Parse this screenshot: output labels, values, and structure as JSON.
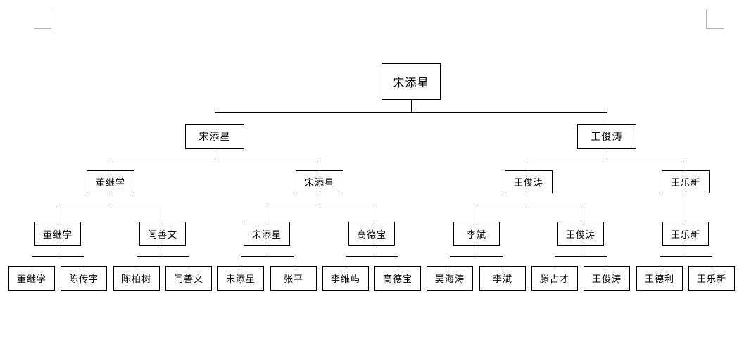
{
  "colors": {
    "background": "#ffffff",
    "line": "#000000",
    "text": "#000000",
    "margin_mark": "#b3b3b3"
  },
  "chart_data": {
    "type": "org-tree",
    "title": "",
    "root": {
      "label": "宋添星",
      "children": [
        {
          "label": "宋添星",
          "children": [
            {
              "label": "董继学",
              "children": [
                {
                  "label": "董继学",
                  "children": [
                    {
                      "label": "董继学"
                    },
                    {
                      "label": "陈传宇"
                    }
                  ]
                },
                {
                  "label": "闫善文",
                  "children": [
                    {
                      "label": "陈柏树"
                    },
                    {
                      "label": "闫善文"
                    }
                  ]
                }
              ]
            },
            {
              "label": "宋添星",
              "children": [
                {
                  "label": "宋添星",
                  "children": [
                    {
                      "label": "宋添星"
                    },
                    {
                      "label": "张平"
                    }
                  ]
                },
                {
                  "label": "高德宝",
                  "children": [
                    {
                      "label": "李维屿"
                    },
                    {
                      "label": "高德宝"
                    }
                  ]
                }
              ]
            }
          ]
        },
        {
          "label": "王俊涛",
          "children": [
            {
              "label": "王俊涛",
              "children": [
                {
                  "label": "李斌",
                  "children": [
                    {
                      "label": "吴海涛"
                    },
                    {
                      "label": "李斌"
                    }
                  ]
                },
                {
                  "label": "王俊涛",
                  "children": [
                    {
                      "label": "滕占才"
                    },
                    {
                      "label": "王俊涛"
                    }
                  ]
                }
              ]
            },
            {
              "label": "王乐新",
              "children": [
                {
                  "label": "王乐新",
                  "children": [
                    {
                      "label": "王德利"
                    },
                    {
                      "label": "王乐新"
                    }
                  ]
                }
              ]
            }
          ]
        }
      ]
    }
  }
}
